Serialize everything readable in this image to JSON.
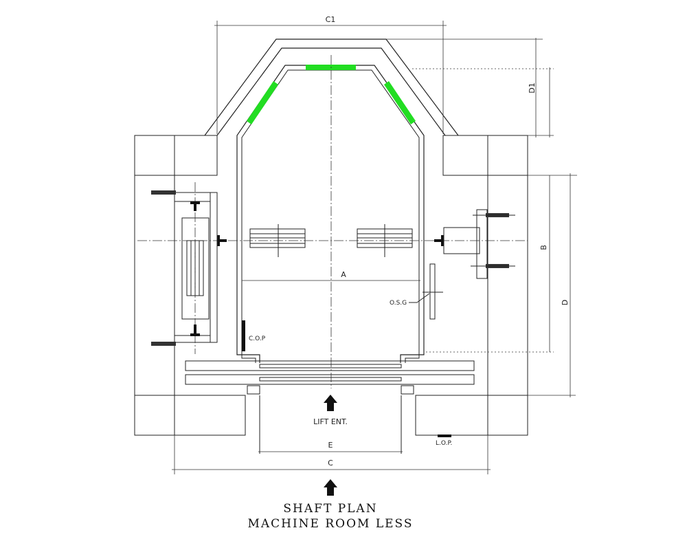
{
  "drawing": {
    "title_line1": "SHAFT PLAN",
    "title_line2": "MACHINE ROOM LESS",
    "entrance_label": "LIFT ENT.",
    "labels": {
      "c1": "C1",
      "d1": "D1",
      "b": "B",
      "d": "D",
      "a": "A",
      "e": "E",
      "c": "C",
      "osg": "O.S.G",
      "cop": "C.O.P",
      "lop": "L.O.P."
    },
    "colors": {
      "glass_panel": "#22dd22",
      "line": "#222222"
    }
  }
}
